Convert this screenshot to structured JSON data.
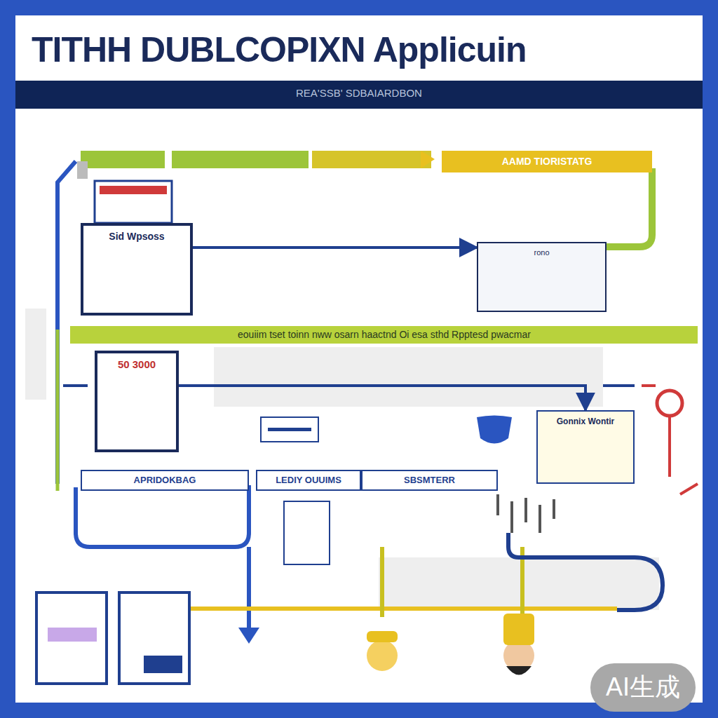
{
  "diagram": {
    "title": "TITHH DUBLCOPIXN Applicuin",
    "nodes": [
      {
        "text": [
          "Sid Wpsoss"
        ]
      },
      {
        "text": [
          "rono"
        ]
      },
      {
        "text": [
          "50 3000"
        ]
      },
      {
        "text": [
          "Gonnix Wontir"
        ]
      },
      {
        "text": [
          "AAMD TIORISTATG"
        ]
      },
      {
        "text": [
          "APRIDOKBAG"
        ]
      },
      {
        "text": [
          "LEDIY OUUIMS"
        ]
      },
      {
        "text": [
          "SBSMTERR"
        ]
      }
    ],
    "edges": [
      {
        "from": 0,
        "to": 1,
        "arrow": "to"
      },
      {
        "from": 2,
        "to": 3,
        "arrow": "to"
      }
    ],
    "labels": [
      "REA'SSB' SDBAIARDBON",
      "eouiim tset toinn nww osarn haactnd Oi esa sthd Rpptesd pwacmar",
      "AI生成"
    ]
  }
}
